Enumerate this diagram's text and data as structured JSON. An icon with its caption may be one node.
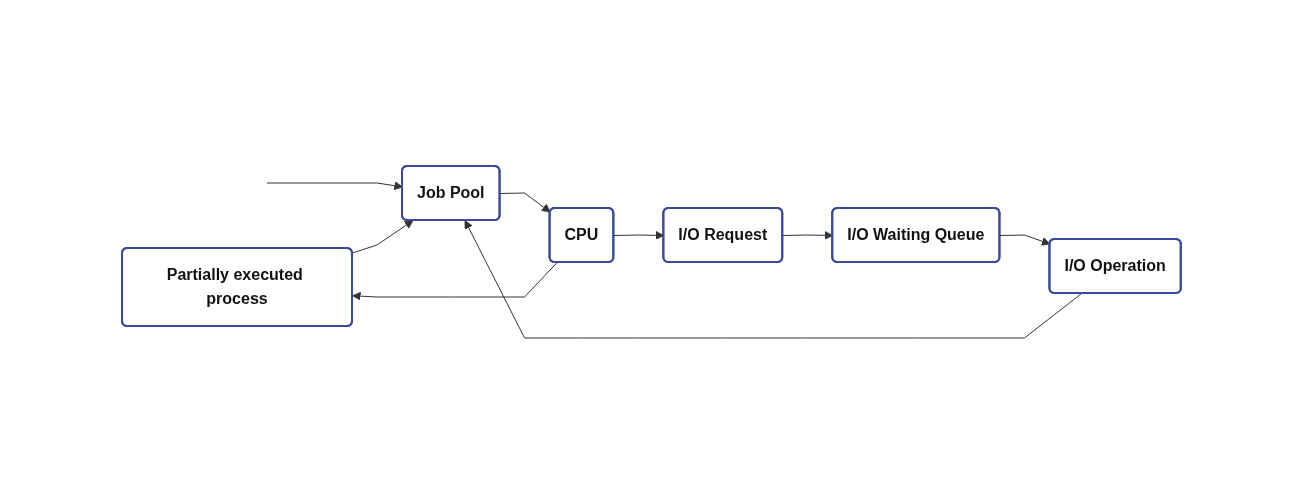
{
  "diagram": {
    "nodes": [
      {
        "text": [
          "Partially executed process"
        ]
      },
      {
        "text": [
          "Job Pool"
        ]
      },
      {
        "text": [
          "CPU"
        ]
      },
      {
        "text": [
          "I/O Operation"
        ]
      },
      {
        "text": [
          "I/O Waiting Queue"
        ]
      },
      {
        "text": [
          "I/O Request"
        ]
      }
    ],
    "edges": [
      {
        "from": null,
        "to": 1,
        "arrow": "to"
      },
      {
        "from": 1,
        "to": 2,
        "arrow": "to"
      },
      {
        "from": 2,
        "to": 0,
        "arrow": "to"
      },
      {
        "from": 0,
        "to": 1,
        "arrow": "to"
      },
      {
        "from": 2,
        "to": 5,
        "arrow": "to"
      },
      {
        "from": 5,
        "to": 4,
        "arrow": "to"
      },
      {
        "from": 4,
        "to": 3,
        "arrow": "to"
      },
      {
        "from": 3,
        "to": 1,
        "arrow": "to"
      }
    ]
  }
}
